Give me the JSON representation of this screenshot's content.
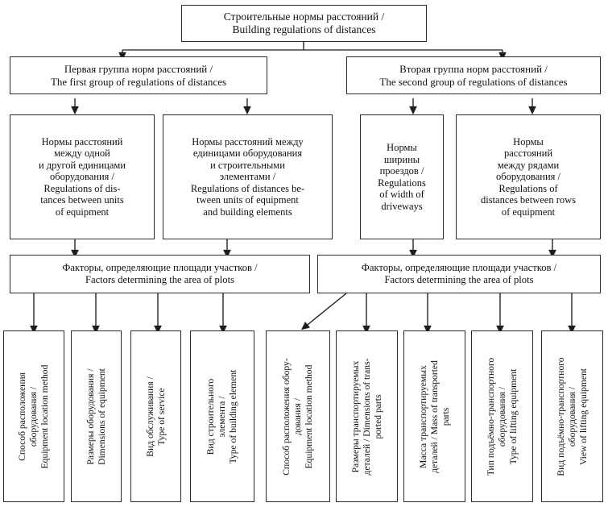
{
  "diagram": {
    "title_node": {
      "id": "root",
      "text": "Строительные нормы расстояний /\nBuilding regulations of distances"
    },
    "groups": [
      {
        "id": "group-first",
        "text": "Первая группа норм расстояний /\nThe first group of regulations of distances"
      },
      {
        "id": "group-second",
        "text": "Вторая группа норм расстояний /\nThe second group of regulations of distances"
      }
    ],
    "norms": [
      {
        "id": "norm-units",
        "text": "Нормы расстояний\nмежду одной\nи другой единицами\nоборудования /\nRegulations of dis-\ntances between units\nof equipment"
      },
      {
        "id": "norm-building-elements",
        "text": "Нормы расстояний между\nединицами оборудования\nи строительными\nэлементами /\nRegulations of distances be-\ntween units of equipment\nand building elements"
      },
      {
        "id": "norm-driveways",
        "text": "Нормы\nширины\nпроездов /\nRegulations\nof width of\ndriveways"
      },
      {
        "id": "norm-rows",
        "text": "Нормы\nрасстояний\nмежду рядами\nоборудования /\nRegulations of\ndistances between rows\nof equipment"
      }
    ],
    "factors": [
      {
        "id": "factors-left",
        "text": "Факторы, определяющие площади участков /\nFactors determining the area of plots"
      },
      {
        "id": "factors-right",
        "text": "Факторы, определяющие площади участков /\nFactors determining the area of plots"
      }
    ],
    "leaves": [
      {
        "id": "leaf-equipment-location-method-left",
        "text": "Способ расположения\nоборудования /\nEquipment location method"
      },
      {
        "id": "leaf-dimensions-of-equipment",
        "text": "Размеры оборудования /\nDimensions of equipment"
      },
      {
        "id": "leaf-type-of-service",
        "text": "Вид обслуживания /\nType of service"
      },
      {
        "id": "leaf-type-of-building-element",
        "text": "Вид строительного\nэлемента /\nType of building element"
      },
      {
        "id": "leaf-equipment-location-method-right",
        "text": "Способ расположения обору-\nдования /\nEquipment location method"
      },
      {
        "id": "leaf-dimensions-transported-parts",
        "text": "Размеры транспортируемых\nдеталей / Dimensions of trans-\nported parts"
      },
      {
        "id": "leaf-mass-transported-parts",
        "text": "Масса транспортируемых\nдеталей / Mass of transported\nparts"
      },
      {
        "id": "leaf-type-lifting-equipment",
        "text": "Тип подъёмно-транспортного\nоборудования /\nType of lifting equipment"
      },
      {
        "id": "leaf-view-lifting-equipment",
        "text": "Вид подъёмно-транспортного\nоборудования /\nView of lifting equipment"
      }
    ],
    "colors": {
      "border": "#2b2b2b",
      "background": "#ffffff",
      "text": "#111111"
    }
  }
}
